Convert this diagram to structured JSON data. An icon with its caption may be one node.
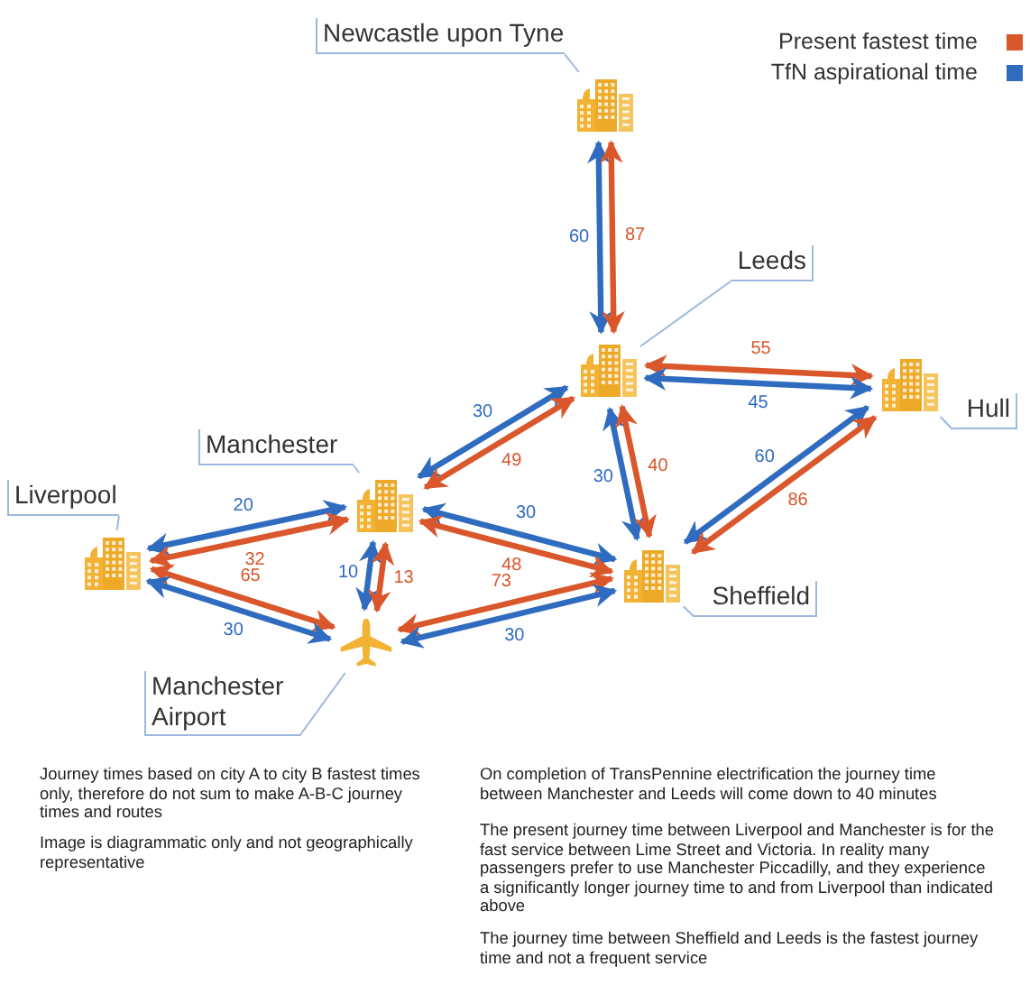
{
  "diagram": {
    "nodes": [
      {
        "text": [
          "Newcastle upon Tyne"
        ]
      },
      {
        "text": [],
        "shape": "building"
      },
      {
        "text": [
          "Leeds"
        ]
      },
      {
        "text": [],
        "shape": "building"
      },
      {
        "text": [
          "Hull"
        ]
      },
      {
        "text": [],
        "shape": "building"
      },
      {
        "text": [
          "Liverpool"
        ]
      },
      {
        "text": [],
        "shape": "building"
      },
      {
        "text": [
          "Manchester"
        ]
      },
      {
        "text": [],
        "shape": "building"
      },
      {
        "text": [
          "Sheffield"
        ]
      },
      {
        "text": [],
        "shape": "building"
      },
      {
        "text": [],
        "shape": "airplane"
      },
      {
        "text": [
          "Manchester Airport"
        ]
      }
    ],
    "edges": [
      {
        "from": 1,
        "to": 3,
        "arrow": "both",
        "label": "60",
        "color": "#2f6bbf"
      },
      {
        "from": 1,
        "to": 3,
        "arrow": "both",
        "label": "87",
        "color": "#d9572b"
      },
      {
        "from": 3,
        "to": 5,
        "arrow": "both",
        "label": "55",
        "color": "#d9572b"
      },
      {
        "from": 3,
        "to": 5,
        "arrow": "both",
        "label": "45",
        "color": "#2f6bbf"
      },
      {
        "from": 9,
        "to": 3,
        "arrow": "both",
        "label": "30",
        "color": "#2f6bbf"
      },
      {
        "from": 9,
        "to": 3,
        "arrow": "both",
        "label": "49",
        "color": "#d9572b"
      },
      {
        "from": 7,
        "to": 9,
        "arrow": "both",
        "label": "20",
        "color": "#2f6bbf"
      },
      {
        "from": 7,
        "to": 9,
        "arrow": "both",
        "label": "32",
        "color": "#d9572b"
      },
      {
        "from": 9,
        "to": 11,
        "arrow": "both",
        "label": "30",
        "color": "#2f6bbf"
      },
      {
        "from": 9,
        "to": 11,
        "arrow": "both",
        "label": "48",
        "color": "#d9572b"
      },
      {
        "from": 3,
        "to": 11,
        "arrow": "both",
        "label": "30",
        "color": "#2f6bbf"
      },
      {
        "from": 3,
        "to": 11,
        "arrow": "both",
        "label": "40",
        "color": "#d9572b"
      },
      {
        "from": 5,
        "to": 11,
        "arrow": "both",
        "label": "60",
        "color": "#2f6bbf"
      },
      {
        "from": 5,
        "to": 11,
        "arrow": "both",
        "label": "86",
        "color": "#d9572b"
      },
      {
        "from": 9,
        "to": 12,
        "arrow": "both",
        "label": "10",
        "color": "#2f6bbf"
      },
      {
        "from": 9,
        "to": 12,
        "arrow": "both",
        "label": "13",
        "color": "#d9572b"
      },
      {
        "from": 7,
        "to": 12,
        "arrow": "both",
        "label": "65",
        "color": "#d9572b"
      },
      {
        "from": 7,
        "to": 12,
        "arrow": "both",
        "label": "30",
        "color": "#2f6bbf"
      },
      {
        "from": 12,
        "to": 11,
        "arrow": "both",
        "label": "73",
        "color": "#d9572b"
      },
      {
        "from": 12,
        "to": 11,
        "arrow": "both",
        "label": "30",
        "color": "#2f6bbf"
      },
      {
        "from": 0,
        "to": 1,
        "arrow": "none",
        "color": "#9db8e0"
      },
      {
        "from": 2,
        "to": 3,
        "arrow": "none",
        "color": "#9db8e0"
      },
      {
        "from": 4,
        "to": 5,
        "arrow": "none",
        "color": "#9db8e0"
      },
      {
        "from": 6,
        "to": 7,
        "arrow": "none",
        "color": "#9db8e0"
      },
      {
        "from": 8,
        "to": 9,
        "arrow": "none",
        "color": "#9db8e0"
      },
      {
        "from": 10,
        "to": 11,
        "arrow": "none",
        "color": "#9db8e0"
      },
      {
        "from": 13,
        "to": 12,
        "arrow": "none",
        "color": "#9db8e0"
      }
    ],
    "labels": [
      "Journey times based on city A to city B fastest times only, therefore do not sum to make A-B-C journey times and routes",
      "Image is diagrammatic only and not geographically representative",
      "On completion of TransPennine electrification the journey time between Manchester and Leeds will come down to 40 minutes",
      "The present journey time between Liverpool and Manchester is for the fast service between Lime Street and Victoria. In reality many passengers prefer to use Manchester Piccadilly, and they experience a significantly longer journey time to and from Liverpool than indicated above",
      "The journey time between Sheffield and Leeds is the fastest journey time and not a frequent service"
    ],
    "legend": [
      {
        "text": "Present fastest time",
        "color": "#d9572b"
      },
      {
        "text": "TfN aspirational time",
        "color": "#2f6bbf"
      }
    ]
  }
}
